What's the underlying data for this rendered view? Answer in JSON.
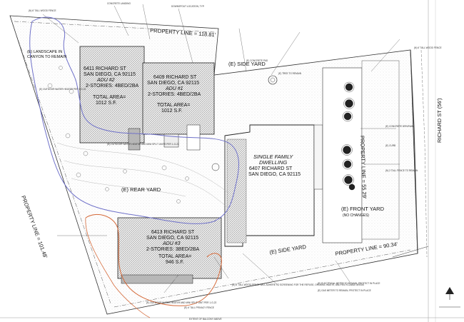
{
  "property_lines": {
    "north": "PROPERTY LINE = 118.81'",
    "west": "PROPERTY LINE = 101.48'",
    "east": "PROPERTY LINE = 55.29'",
    "south": "PROPERTY LINE = 90.34'"
  },
  "street": "RICHARD ST (56')",
  "yards": {
    "side_yard_east": "(E) SIDE YARD",
    "side_yard_south": "(E) SIDE YARD",
    "rear_yard": "(E) REAR YARD",
    "front_yard": "(E) FRONT YARD",
    "front_yard_note": "(NO CHANGES)",
    "landscape_note_1": "(E) LANDSCAPE IN",
    "landscape_note_2": "CANYON TO REMAIN"
  },
  "buildings": {
    "adu2": {
      "address1": "6411 RICHARD ST",
      "address2": "SAN DIEGO, CA 92115",
      "unit": "ADU #2",
      "stories": "2-STORIES: 4BED/2BA",
      "area1": "TOTAL AREA=",
      "area2": "1012 S.F."
    },
    "adu1": {
      "address1": "6409 RICHARD ST",
      "address2": "SAN DIEGO, CA 92115",
      "unit": "ADU #1",
      "stories": "2-STORIES: 4BED/2BA",
      "area1": "TOTAL AREA=",
      "area2": "1012 S.F."
    },
    "adu3": {
      "address1": "6413 RICHARD ST",
      "address2": "SAN DIEGO, CA 92115",
      "unit": "ADU #3",
      "stories": "2-STORIES: 3BED/2BA",
      "area1": "TOTAL AREA=",
      "area2": "946 S.F."
    },
    "main": {
      "title1": "SINGLE FAMILY",
      "title2": "DWELLING",
      "address1": "6407 RICHARD ST",
      "address2": "SAN DIEGO, CA 92115"
    }
  },
  "annotations": {
    "n1": "(N) 6' TALL WOOD FENCE",
    "n2": "CONCRETE LANDING",
    "n3": "DOWNSPOUT LOCATION, TYP.",
    "n4": "(E) OUTDOOR WATER HEATER PER 1-G-22",
    "n5": "(N) OUTDOOR WATER HEATER AND MINI SPLIT UNITS PER 1-G-22",
    "n6": "(E) OUTDOOR WATER HEATER AND MINI SPLIT UNIT PER 1-G-22",
    "n7": "(N) 6' TALL WOOD FENCE",
    "n8": "(N) 6' TALL WOOD FENCE WILL ADHERE TO SCREENING FOR THE REFUSE, ORGANIC WASTE, AND RECYCLABLE AREAS",
    "n9": "(E) ELECTRICAL METER TO REMAIN, PROTECT IN PLACE",
    "n10": "(E) GAS METER TO REMAIN, PROTECT IN PLACE",
    "n11": "(E) CONCRETE PAD",
    "n12": "(E) 6' TALL PRIVACY FENCE",
    "n13": "(E) CONCRETE DRIVEWAY",
    "n14": "(E) CURB",
    "n15": "(N) 2 TALL FENCE TO REMAIN",
    "n16": "EXTENT OF BALCONY ABOVE",
    "n17": "(E) TREE TO REMAIN"
  },
  "colors": {
    "blue_markup": "#6f71c9",
    "orange_markup": "#d56a3a",
    "hatch": "#7a7a7a"
  }
}
